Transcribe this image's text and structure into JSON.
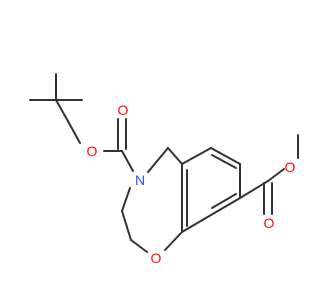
{
  "molecule": {
    "atoms": [
      {
        "id": "o_ester_db",
        "symbol": "O",
        "color": "#ff0d0d"
      },
      {
        "id": "o_ester_single",
        "symbol": "O",
        "color": "#ff0d0d"
      },
      {
        "id": "n_ring",
        "symbol": "N",
        "color": "#3050f8"
      },
      {
        "id": "o_ring",
        "symbol": "O",
        "color": "#ff0d0d"
      },
      {
        "id": "o_ester2_db",
        "symbol": "O",
        "color": "#ff0d0d"
      },
      {
        "id": "o_ester2_single",
        "symbol": "O",
        "color": "#ff0d0d"
      }
    ],
    "bond_color": "#333333"
  }
}
